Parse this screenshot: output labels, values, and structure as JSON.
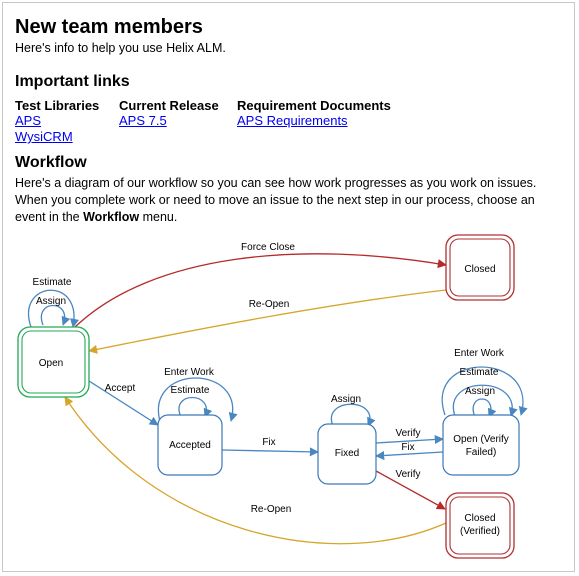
{
  "page": {
    "title": "New team members",
    "intro": "Here's info to help you use Helix ALM."
  },
  "links": {
    "heading": "Important links",
    "columns": [
      {
        "title": "Test Libraries",
        "links": [
          "APS",
          "WysiCRM"
        ]
      },
      {
        "title": "Current Release",
        "links": [
          "APS 7.5"
        ]
      },
      {
        "title": "Requirement Documents",
        "links": [
          "APS Requirements"
        ]
      }
    ]
  },
  "workflow": {
    "heading": "Workflow",
    "description_before": "Here's a diagram of our workflow so you can see how work progresses as you work on issues. When you complete work or need to move an issue to the next step in our process, choose an event in the ",
    "description_bold": "Workflow",
    "description_after": " menu.",
    "states": {
      "open": "Open",
      "closed": "Closed",
      "accepted": "Accepted",
      "fixed": "Fixed",
      "open_verify_failed_1": "Open (Verify",
      "open_verify_failed_2": "Failed)",
      "closed_verified_1": "Closed",
      "closed_verified_2": "(Verified)"
    },
    "events": {
      "force_close": "Force Close",
      "reopen_top": "Re-Open",
      "estimate_open": "Estimate",
      "assign_open": "Assign",
      "accept": "Accept",
      "enter_work_accepted": "Enter Work",
      "estimate_accepted": "Estimate",
      "fix": "Fix",
      "assign_fixed": "Assign",
      "verify_top": "Verify",
      "fix_back": "Fix",
      "verify_down": "Verify",
      "enter_work_ovf": "Enter Work",
      "estimate_ovf": "Estimate",
      "assign_ovf": "Assign",
      "reopen_bottom": "Re-Open"
    },
    "colors": {
      "open_state": "#22aa55",
      "closed_state": "#b03030",
      "normal_state": "#3a78b8",
      "arrow_blue": "#4a86c0",
      "arrow_red": "#b52a2a",
      "arrow_orange": "#d7a52a"
    }
  }
}
